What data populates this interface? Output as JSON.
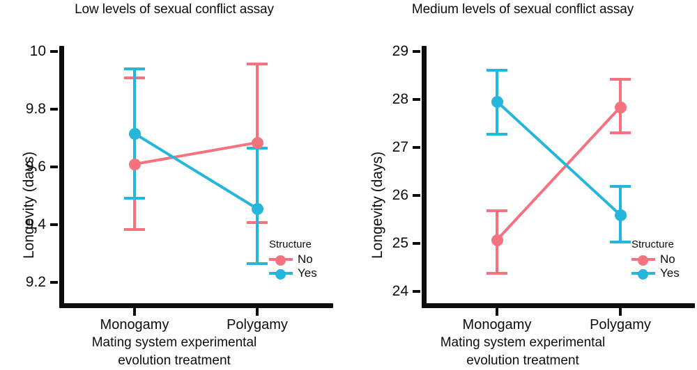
{
  "figure": {
    "ylabel": "Longevity (days)",
    "xlabel_line1": "Mating system experimental",
    "xlabel_line2": "evolution treatment",
    "legend_title": "Structure",
    "colors": {
      "no": "#F4737F",
      "yes": "#25B6DC",
      "axis": "#0d0d0d",
      "text": "#0d0d0d"
    }
  },
  "panels": [
    {
      "title": "Low levels of sexual conflict assay",
      "yticks": [
        "10",
        "9.8",
        "9.6",
        "9.4",
        "9.2"
      ],
      "xticks": [
        "Monogamy",
        "Polygamy"
      ]
    },
    {
      "title": "Medium levels of sexual conflict assay",
      "yticks": [
        "29",
        "28",
        "27",
        "26",
        "25",
        "24"
      ],
      "xticks": [
        "Monogamy",
        "Polygamy"
      ]
    }
  ],
  "legend": {
    "title": "Structure",
    "items": [
      {
        "label": "No",
        "color": "#F4737F"
      },
      {
        "label": "Yes",
        "color": "#25B6DC"
      }
    ]
  },
  "chart_data": [
    {
      "type": "line",
      "title": "Low levels of sexual conflict assay",
      "xlabel": "Mating system experimental evolution treatment",
      "ylabel": "Longevity (days)",
      "categories": [
        "Monogamy",
        "Polygamy"
      ],
      "ylim": [
        9.15,
        10.05
      ],
      "yticks": [
        10,
        9.8,
        9.6,
        9.4,
        9.2
      ],
      "grid": false,
      "legend_position": "inside-bottom-right",
      "legend_title": "Structure",
      "series": [
        {
          "name": "No",
          "color": "#F4737F",
          "values": [
            9.61,
            9.69
          ],
          "err_low": [
            9.34,
            9.41
          ],
          "err_high": [
            9.91,
            9.96
          ]
        },
        {
          "name": "Yes",
          "color": "#25B6DC",
          "values": [
            9.72,
            9.47
          ],
          "err_low": [
            9.51,
            9.27
          ],
          "err_high": [
            9.94,
            9.68
          ]
        }
      ]
    },
    {
      "type": "line",
      "title": "Medium levels of sexual conflict assay",
      "xlabel": "Mating system experimental evolution treatment",
      "ylabel": "Longevity (days)",
      "categories": [
        "Monogamy",
        "Polygamy"
      ],
      "ylim": [
        23.8,
        29.2
      ],
      "yticks": [
        29,
        28,
        27,
        26,
        25,
        24
      ],
      "grid": false,
      "legend_position": "inside-bottom-right",
      "legend_title": "Structure",
      "series": [
        {
          "name": "No",
          "color": "#F4737F",
          "values": [
            24.94,
            27.82
          ],
          "err_low": [
            24.14,
            27.3
          ],
          "err_high": [
            25.73,
            28.44
          ]
        },
        {
          "name": "Yes",
          "color": "#25B6DC",
          "values": [
            27.95,
            25.45
          ],
          "err_low": [
            27.27,
            24.83
          ],
          "err_high": [
            28.63,
            26.05
          ]
        }
      ]
    }
  ]
}
